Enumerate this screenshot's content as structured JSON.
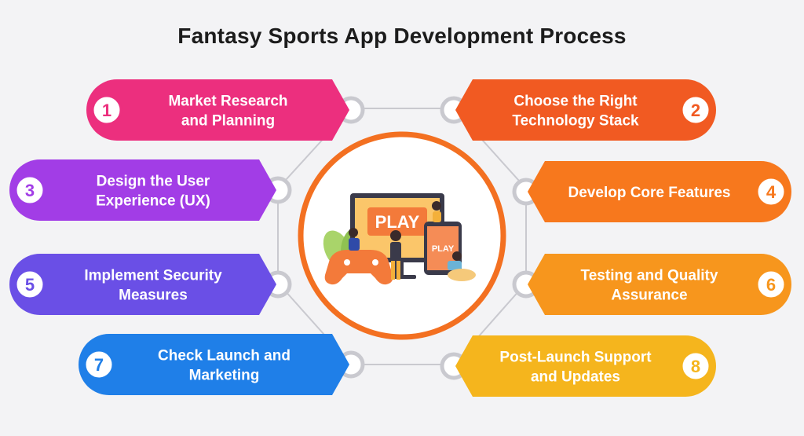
{
  "title": "Fantasy Sports App Development Process",
  "steps": [
    {
      "number": "1",
      "lines": [
        "Market Research",
        "and Planning"
      ],
      "color": "#ec2f7e",
      "side": "left"
    },
    {
      "number": "2",
      "lines": [
        "Choose the Right",
        "Technology Stack"
      ],
      "color": "#f15a22",
      "side": "right"
    },
    {
      "number": "3",
      "lines": [
        "Design the User",
        "Experience (UX)"
      ],
      "color": "#a23de6",
      "side": "left"
    },
    {
      "number": "4",
      "lines": [
        "Develop Core Features"
      ],
      "color": "#f7781d",
      "side": "right"
    },
    {
      "number": "5",
      "lines": [
        "Implement Security",
        "Measures"
      ],
      "color": "#6a4fe6",
      "side": "left"
    },
    {
      "number": "6",
      "lines": [
        "Testing and Quality",
        "Assurance"
      ],
      "color": "#f7961d",
      "side": "right"
    },
    {
      "number": "7",
      "lines": [
        "Check Launch and",
        "Marketing"
      ],
      "color": "#1f7fe8",
      "side": "left"
    },
    {
      "number": "8",
      "lines": [
        "Post-Launch Support",
        "and Updates"
      ],
      "color": "#f5b51d",
      "side": "right"
    }
  ],
  "illustration": {
    "screen_text": "PLAY",
    "tablet_text": "PLAY",
    "ring_color": "#f37021"
  },
  "colors": {
    "connector": "#c9c9cf",
    "background": "#f3f3f5"
  }
}
